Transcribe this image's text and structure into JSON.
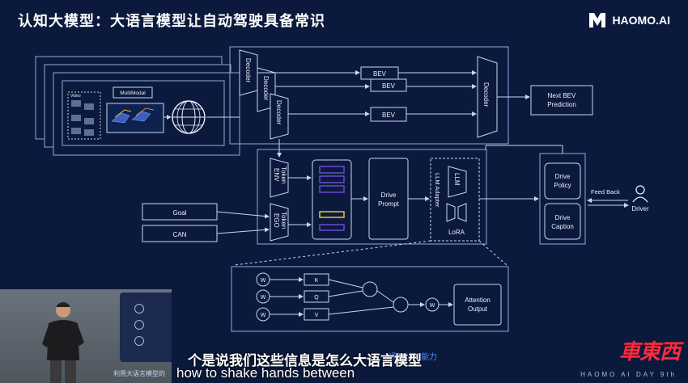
{
  "header": {
    "title": "认知大模型：大语言模型让自动驾驶具备常识",
    "logo_text": "HAOMO.AI"
  },
  "diagram": {
    "inputs": {
      "video_label": "Video",
      "multimodal_label": "MultiModal"
    },
    "decoders": [
      "Decoder",
      "Decoder",
      "Decoder"
    ],
    "bev_boxes": [
      "BEV",
      "BEV",
      "BEV"
    ],
    "right_decoder": "Decoder",
    "next_bev": [
      "Next BEV",
      "Prediction"
    ],
    "env_token": [
      "ENV",
      "Token"
    ],
    "ego_token": [
      "EGO",
      "Token"
    ],
    "goal": "Goal",
    "can": "CAN",
    "drive_prompt": [
      "Drive",
      "Prompt"
    ],
    "llm_adapter": "LLM Adapter",
    "llm": "LLM",
    "lora": "LoRA",
    "drive_policy": [
      "Drive",
      "Policy"
    ],
    "drive_caption": [
      "Drive",
      "Caption"
    ],
    "feed_back": "Feed Back",
    "driver": "Driver",
    "attention": {
      "weights": [
        "W",
        "W",
        "W"
      ],
      "qkv": [
        "K",
        "Q",
        "V"
      ],
      "w_out": "W",
      "output": [
        "Attention",
        "Output"
      ]
    }
  },
  "speaker_panel": {
    "stage_text": "利用大语言模型的"
  },
  "subtitles": {
    "cn": "个是说我们这些信息是怎么大语言模型",
    "en": "how to shake hands between",
    "overlay": "通用认知能力"
  },
  "watermark": {
    "brand": "車東西",
    "event": "HAOMO AI DAY 9th"
  },
  "colors": {
    "background": "#0b1a3c",
    "line": "#8fa8dc",
    "accent_purple": "#6a4bd0",
    "accent_yellow": "#e8c23a"
  }
}
